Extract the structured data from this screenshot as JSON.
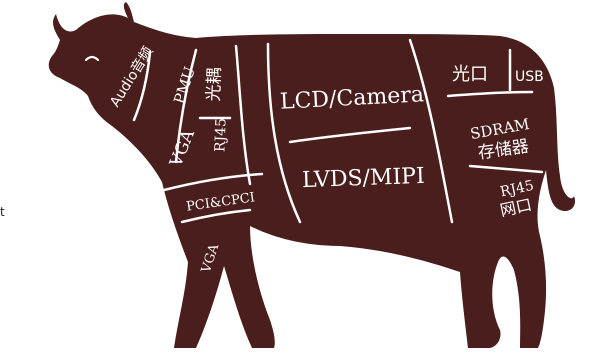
{
  "colors": {
    "body": "#4a1e1c",
    "seam": "#ffffff",
    "background": "#ffffff"
  },
  "regions": {
    "audio": "Audio音频",
    "pmu": "PMU",
    "optical_coupler": "光耦",
    "vga_neck": "VGA",
    "rj45_neck": "RJ45",
    "lcd_camera": "LCD/Camera",
    "lvds_mipi": "LVDS/MIPI",
    "optical_port": "光口",
    "usb": "USB",
    "sdram": "SDRAM",
    "storage": "存储器",
    "rj45_rear": "RJ45",
    "network_port": "网口",
    "pci_cpci": "PCI&CPCI",
    "vga_leg": "VGA"
  },
  "edge_fragment": "t"
}
